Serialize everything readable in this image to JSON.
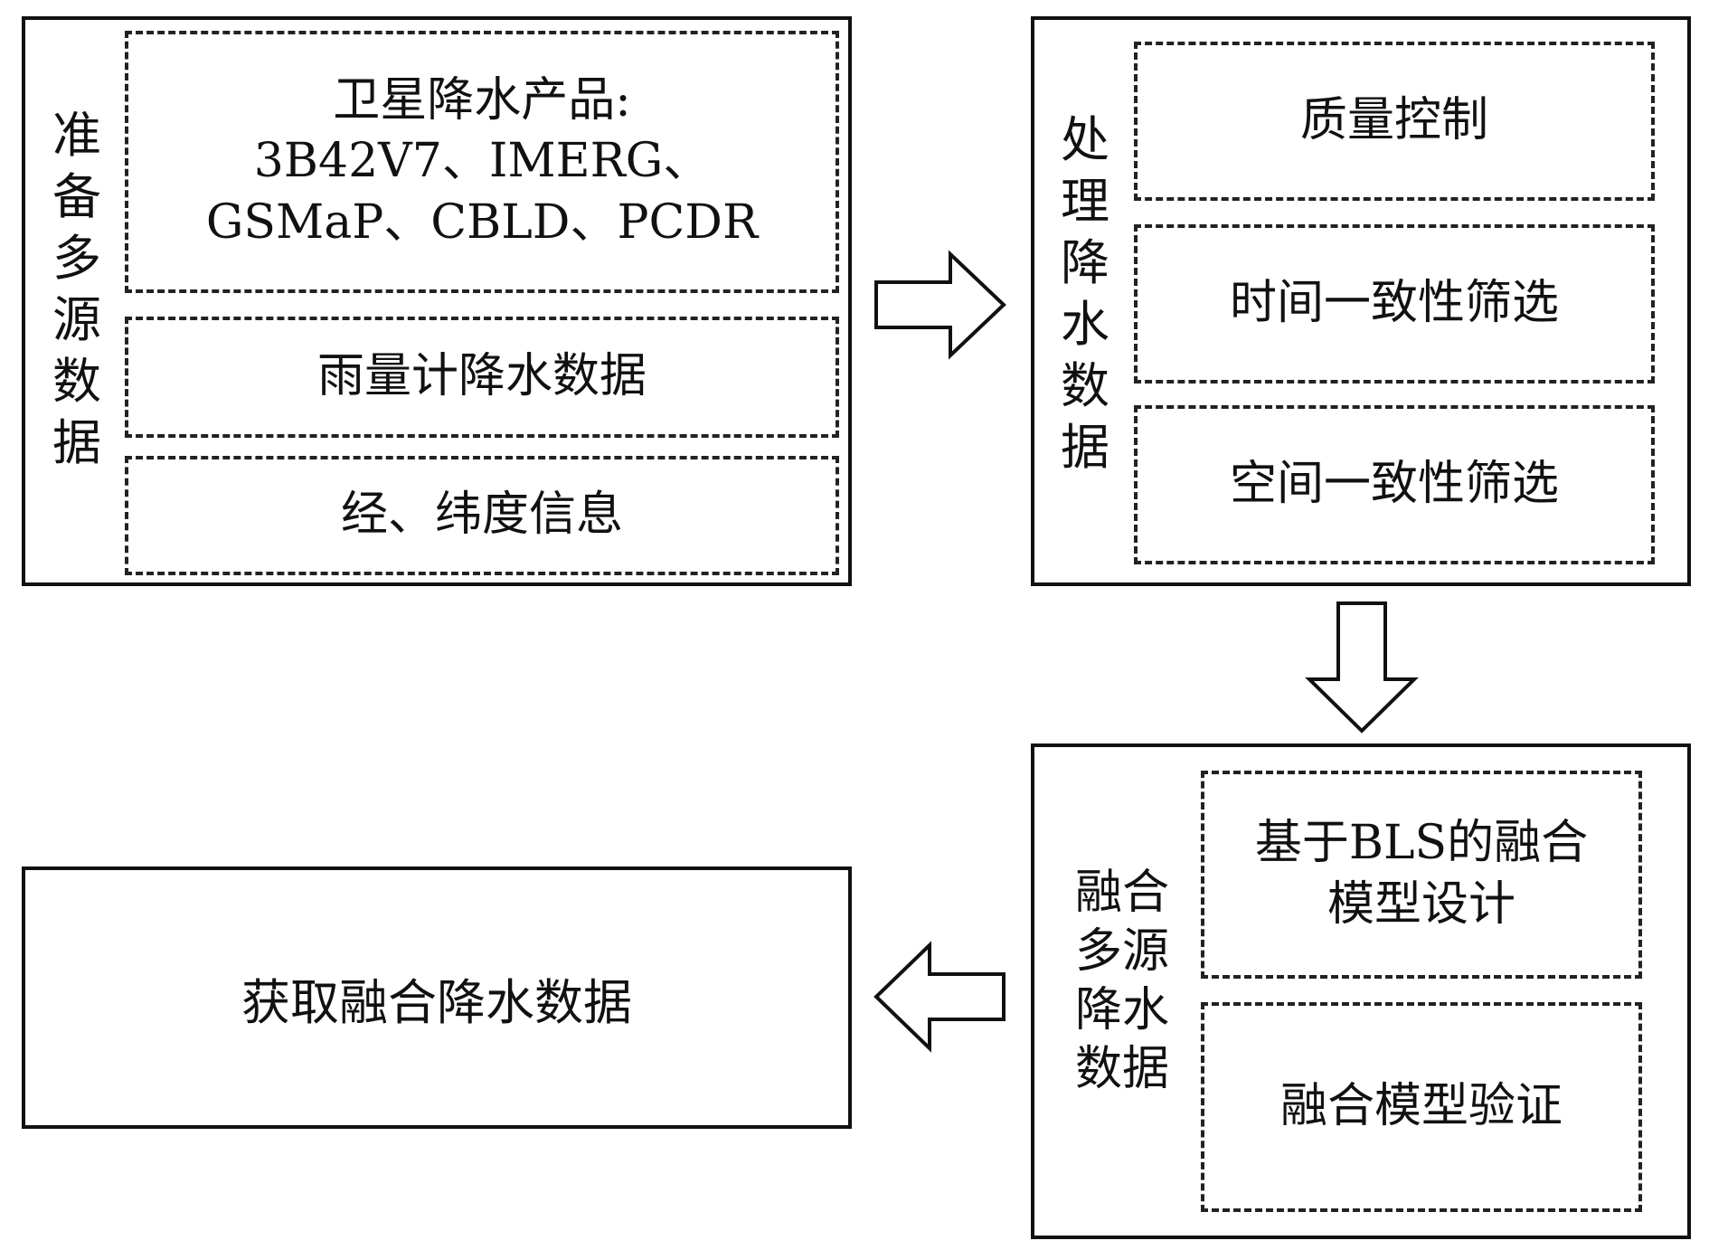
{
  "prepare": {
    "label": "准备多源数据",
    "satellite_title": "卫星降水产品:",
    "satellite_line1": "3B42V7、IMERG、",
    "satellite_line2": "GSMaP、CBLD、PCDR",
    "gauge": "雨量计降水数据",
    "latlon": "经、纬度信息"
  },
  "process": {
    "label": "处理降水数据",
    "quality": "质量控制",
    "temporal": "时间一致性筛选",
    "spatial": "空间一致性筛选"
  },
  "fuse": {
    "label": "融合多源降水数据",
    "model_line1": "基于BLS的融合",
    "model_line2": "模型设计",
    "validate": "融合模型验证"
  },
  "result": {
    "label": "获取融合降水数据"
  }
}
